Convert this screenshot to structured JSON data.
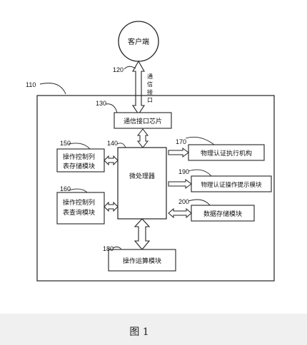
{
  "figure": {
    "caption": "图 1",
    "nodes": {
      "client": {
        "ref": "",
        "label": "客户端"
      },
      "comm_interface": {
        "ref": "120",
        "label": "通信接口"
      },
      "system": {
        "ref": "110"
      },
      "comm_chip": {
        "ref": "130",
        "label": "通信接口芯片"
      },
      "microprocessor": {
        "ref": "140",
        "label": "微处理器"
      },
      "op_list_store": {
        "ref": "150",
        "lines": [
          "操作控制列",
          "表存储模块"
        ]
      },
      "op_list_query": {
        "ref": "160",
        "lines": [
          "操作控制列",
          "表查询模块"
        ]
      },
      "auth_exec": {
        "ref": "170",
        "label": "物理认证执行机构"
      },
      "op_compute": {
        "ref": "180",
        "label": "操作运算模块"
      },
      "auth_prompt": {
        "ref": "190",
        "label": "物理认证操作提示模块"
      },
      "data_store": {
        "ref": "200",
        "label": "数据存储模块"
      }
    }
  }
}
